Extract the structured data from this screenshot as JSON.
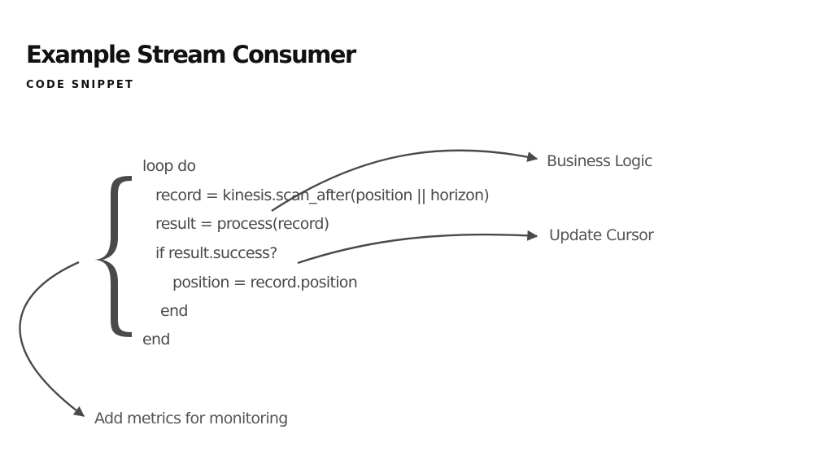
{
  "slide": {
    "title": "Example Stream Consumer",
    "subtitle": "CODE SNIPPET"
  },
  "code": {
    "lines": [
      "loop do",
      "record = kinesis.scan_after(position || horizon)",
      "result = process(record)",
      "if result.success?",
      "position = record.position",
      "end",
      "end"
    ]
  },
  "annotations": {
    "business_logic": "Business Logic",
    "update_cursor": "Update Cursor",
    "add_metrics": "Add metrics for monitoring"
  },
  "colors": {
    "title": "#111111",
    "code_text": "#4a4a4a",
    "annotation_text": "#555555",
    "arrows": "#4a4a4a",
    "brace": "#4a4a4a"
  }
}
